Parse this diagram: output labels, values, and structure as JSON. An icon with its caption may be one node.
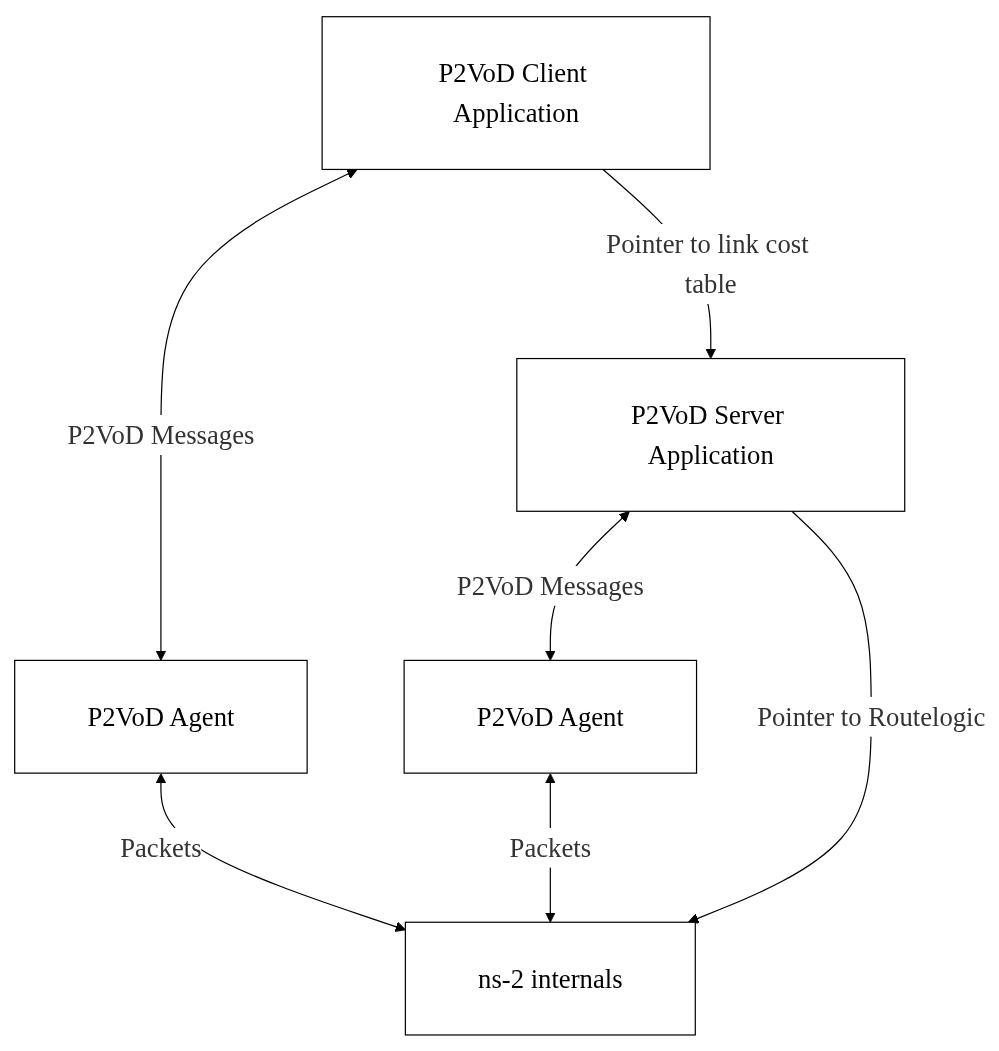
{
  "diagram": {
    "nodes": [
      {
        "text": [
          "P2VoD Client Application"
        ]
      },
      {
        "text": [
          "P2VoD Server Application"
        ]
      },
      {
        "text": [
          "P2VoD Agent"
        ]
      },
      {
        "text": [
          "P2VoD Agent"
        ]
      },
      {
        "text": [
          "ns-2 internals"
        ]
      }
    ],
    "edges": [
      {
        "from": 0,
        "to": 1,
        "arrow": "to",
        "label": "Pointer to link cost table"
      },
      {
        "from": 0,
        "to": 2,
        "arrow": "both",
        "label": "P2VoD Messages"
      },
      {
        "from": 1,
        "to": 3,
        "arrow": "both",
        "label": "P2VoD Messages"
      },
      {
        "from": 2,
        "to": 4,
        "arrow": "both",
        "label": "Packets"
      },
      {
        "from": 3,
        "to": 4,
        "arrow": "both",
        "label": "Packets"
      },
      {
        "from": 1,
        "to": 4,
        "arrow": "to",
        "label": "Pointer to Routelogic"
      }
    ]
  }
}
